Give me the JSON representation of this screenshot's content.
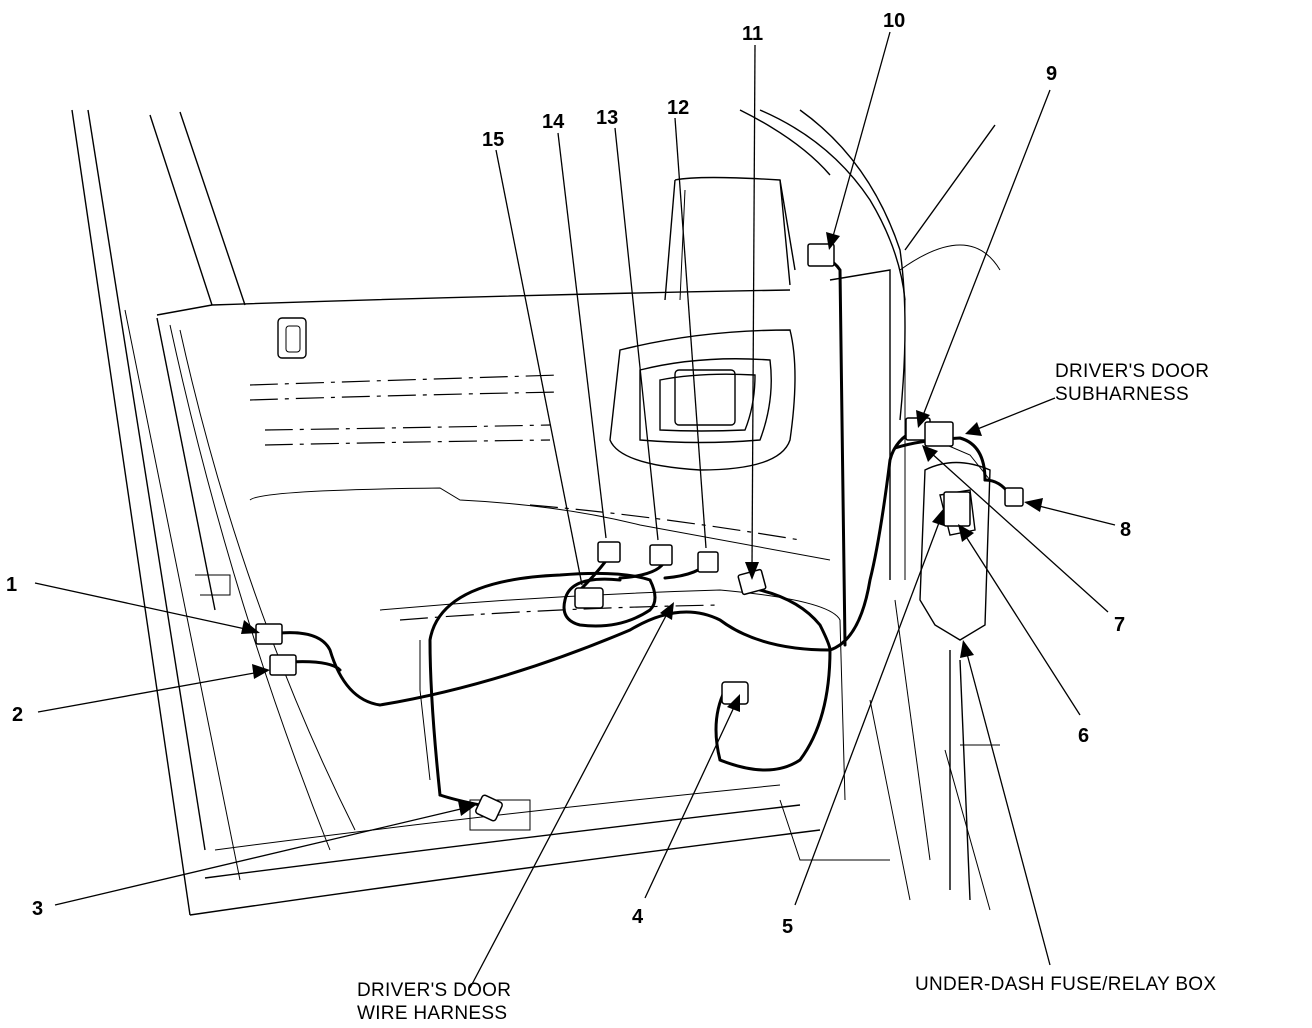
{
  "callouts": {
    "c1": "1",
    "c2": "2",
    "c3": "3",
    "c4": "4",
    "c5": "5",
    "c6": "6",
    "c7": "7",
    "c8": "8",
    "c9": "9",
    "c10": "10",
    "c11": "11",
    "c12": "12",
    "c13": "13",
    "c14": "14",
    "c15": "15"
  },
  "labels": {
    "subharness_line1": "DRIVER'S DOOR",
    "subharness_line2": "SUBHARNESS",
    "wire_harness_line1": "DRIVER'S DOOR",
    "wire_harness_line2": "WIRE HARNESS",
    "fuse_box": "UNDER-DASH FUSE/RELAY BOX"
  }
}
